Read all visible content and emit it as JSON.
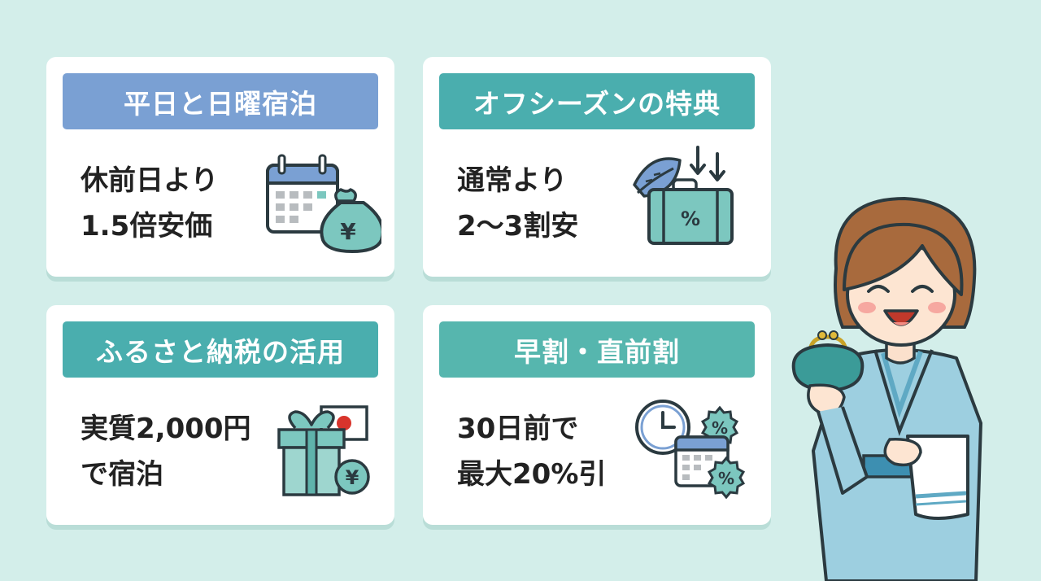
{
  "background_color": "#d3eeea",
  "accent_blue": "#7aa0d3",
  "accent_teal": "#4aaeae",
  "icon_teal": "#7cc7bf",
  "cards": [
    {
      "title": "平日と日曜宿泊",
      "lines": [
        "休前日より",
        "1.5倍安価"
      ],
      "icon": "calendar-money-bag-icon"
    },
    {
      "title": "オフシーズンの特典",
      "lines": [
        "通常より",
        "2〜3割安"
      ],
      "icon": "leaf-suitcase-discount-icon"
    },
    {
      "title": "ふるさと納税の活用",
      "lines": [
        "実質2,000円",
        "で宿泊"
      ],
      "icon": "gift-flag-yen-icon"
    },
    {
      "title": "早割・直前割",
      "lines": [
        "30日前で",
        "最大20%引"
      ],
      "icon": "clock-calendar-discount-icon"
    }
  ],
  "icon_text": {
    "yen": "¥",
    "percent": "%"
  },
  "character_icon": "woman-yukata-wallet-icon"
}
